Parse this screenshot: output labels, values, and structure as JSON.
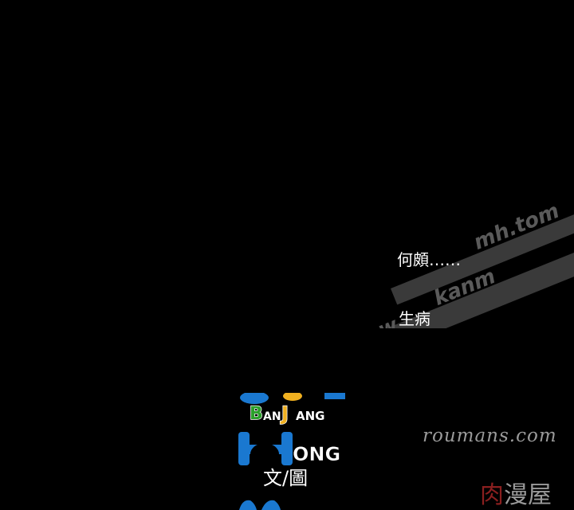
{
  "watermark": {
    "text_top": "mh.tom",
    "text_mid": "kanm",
    "text_bot": "w"
  },
  "captions": {
    "line1": "何頗……",
    "line2": "生病"
  },
  "logo": {
    "word1": "BANJANG",
    "word2": "HONG",
    "colors": {
      "b": "#2aa02a",
      "a": "#f0b020",
      "blue": "#1a78d0"
    }
  },
  "credit": "文/圖",
  "site": "roumans.com",
  "brand": {
    "part1": "肉",
    "part2": "漫屋"
  }
}
